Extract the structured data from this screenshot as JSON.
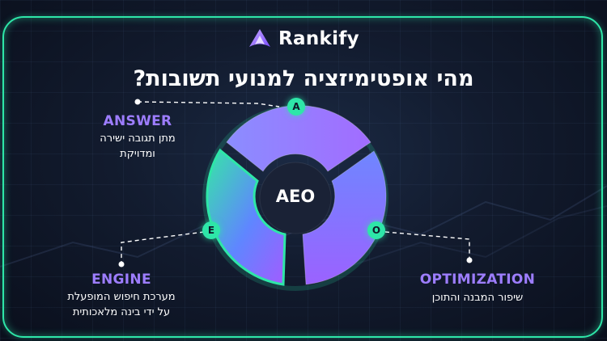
{
  "brand": {
    "name": "Rankify",
    "icon": "rankify-logo-icon",
    "accent": "#8b5cf6"
  },
  "title": "מהי אופטימיזציה למנועי תשובות?",
  "center_label": "AEO",
  "segments": [
    {
      "letter": "A",
      "heading": "ANSWER",
      "lines": [
        "מתן תגובה ישירה",
        "ומדויקת"
      ]
    },
    {
      "letter": "O",
      "heading": "OPTIMIZATION",
      "lines": [
        "שיפור המבנה והתוכן"
      ]
    },
    {
      "letter": "E",
      "heading": "ENGINE",
      "lines": [
        "מערכת חיפוש המופעלת",
        "על ידי בינה מלאכותית"
      ]
    }
  ],
  "colors": {
    "green": "#2ee6a8",
    "purple": "#8b5cf6",
    "blue": "#6c8cff",
    "heading": "#9d7dff"
  }
}
